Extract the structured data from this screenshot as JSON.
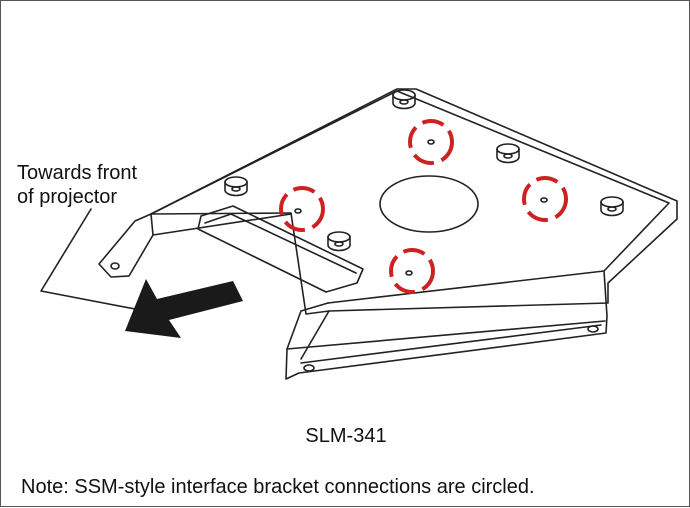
{
  "diagram": {
    "arrow_label": "Towards front\nof projector",
    "model": "SLM-341",
    "note": "Note: SSM-style interface bracket connections are circled.",
    "colors": {
      "line": "#222222",
      "circle": "#cc2222",
      "arrow": "#1a1a1a"
    },
    "icons": [
      "arrow-icon"
    ]
  }
}
